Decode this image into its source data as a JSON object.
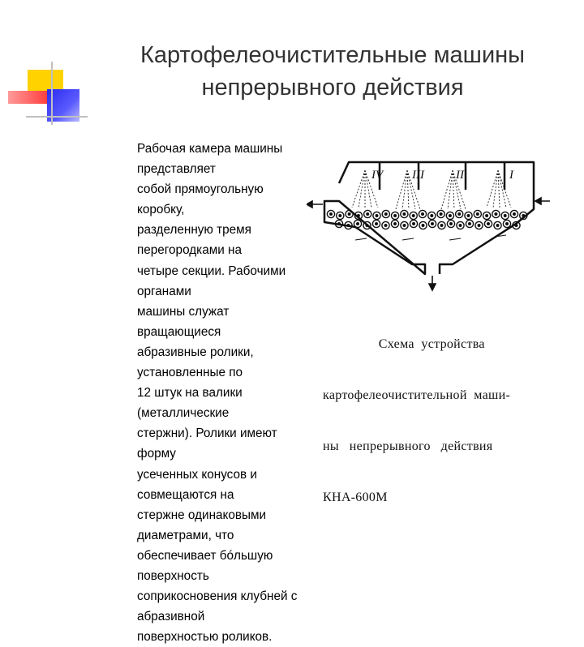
{
  "slide": {
    "title_line1": "Картофелеочистительные машины",
    "title_line2": "непрерывного действия",
    "body": "Рабочая камера машины представляет\nсобой прямоугольную коробку,\nразделенную тремя перегородками на\nчетыре секции. Рабочими органами\nмашины служат вращающиеся\nабразивные ролики, установленные по\n12 штук на валики (металлические\nстержни). Ролики имеют форму\nусеченных конусов и совмещаются на\nстержне одинаковыми диаметрами, что\nобеспечивает бóльшую поверхность\nсоприкосновения клубней с абразивной\nповерхностью роликов."
  },
  "figure": {
    "section_labels": [
      "IV",
      "III",
      "II",
      "I"
    ],
    "caption_line1": "                Схема  устройства",
    "caption_line2": "картофелеочистительной  маши-",
    "caption_line3": "ны   непрерывного   действия",
    "caption_line4": "КНА-600М"
  },
  "colors": {
    "title": "#333333",
    "accent_yellow": "#ffd200",
    "accent_blue": "#2a2af0",
    "accent_red": "#ff3030"
  }
}
